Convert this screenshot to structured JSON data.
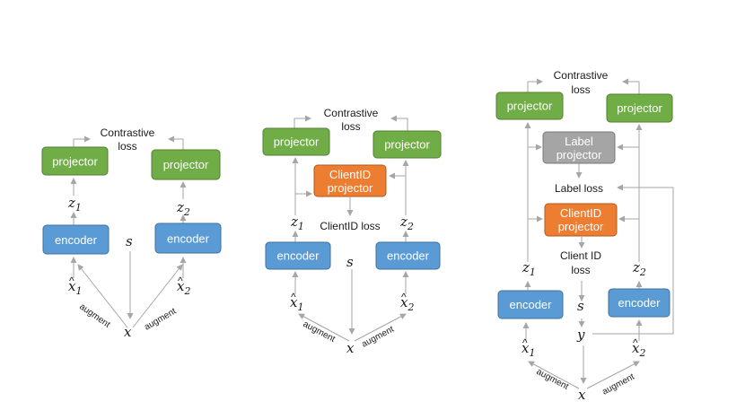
{
  "colors": {
    "projector": "#70ad47",
    "projector_border": "#507e32",
    "encoder": "#5b9bd5",
    "encoder_border": "#41719c",
    "clientid": "#ed7d31",
    "clientid_border": "#ae5a21",
    "label_projector": "#a5a5a5",
    "label_projector_border": "#787878",
    "arrow": "#a6a6a6"
  },
  "labels": {
    "projector": "projector",
    "encoder": "encoder",
    "clientid_l1": "ClientID",
    "clientid_l2": "projector",
    "labelproj_l1": "Label",
    "labelproj_l2": "projector",
    "contrastive_l1": "Contrastive",
    "contrastive_l2": "loss",
    "clientid_loss": "ClientID loss",
    "client_id_l1": "Client ID",
    "client_id_l2": "loss",
    "label_loss": "Label loss",
    "augment": "augment",
    "var_x": "x",
    "var_s": "s",
    "var_y": "y",
    "var_z": "z",
    "sub_1": "1",
    "sub_2": "2",
    "hat": "^"
  }
}
